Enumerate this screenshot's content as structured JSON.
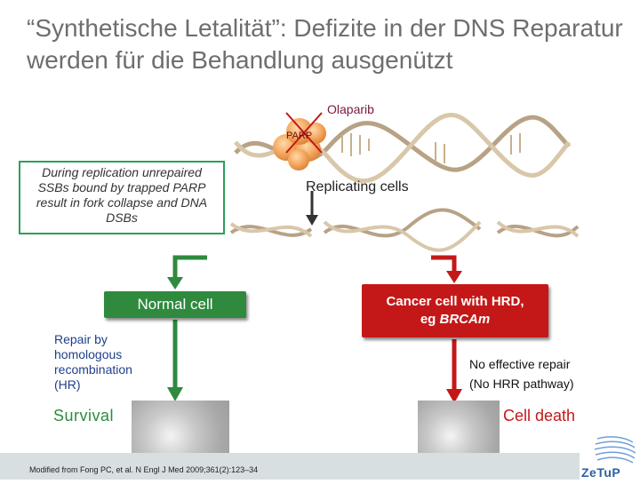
{
  "slide": {
    "title": "“Synthetische Letalität”: Defizite in der DNS Reparatur werden für die Behandlung ausgenützt",
    "olaparib": "Olaparib",
    "parp": "PARP",
    "info_box": "During replication unrepaired SSBs bound by trapped PARP result in fork collapse and DNA DSBs",
    "replicating_cells": "Replicating cells",
    "normal_cell": "Normal cell",
    "cancer_cell_line1": "Cancer cell with HRD,",
    "cancer_cell_line2_prefix": "eg ",
    "cancer_cell_line2_italic": "BRCAm",
    "repair_text": "Repair by homologous recombination (HR)",
    "no_repair_line1": "No effective repair",
    "no_repair_line2": "(No HRR pathway)",
    "survival": "Survival",
    "cell_death": "Cell death",
    "citation": "Modified from Fong PC, et al. N Engl J Med 2009;361(2):123–34",
    "logo": "ZeTuP"
  },
  "colors": {
    "green": "#2f8a3e",
    "red": "#c41818",
    "parp_orange": "#f2a35a",
    "dna_beige": "#c9b79a"
  }
}
